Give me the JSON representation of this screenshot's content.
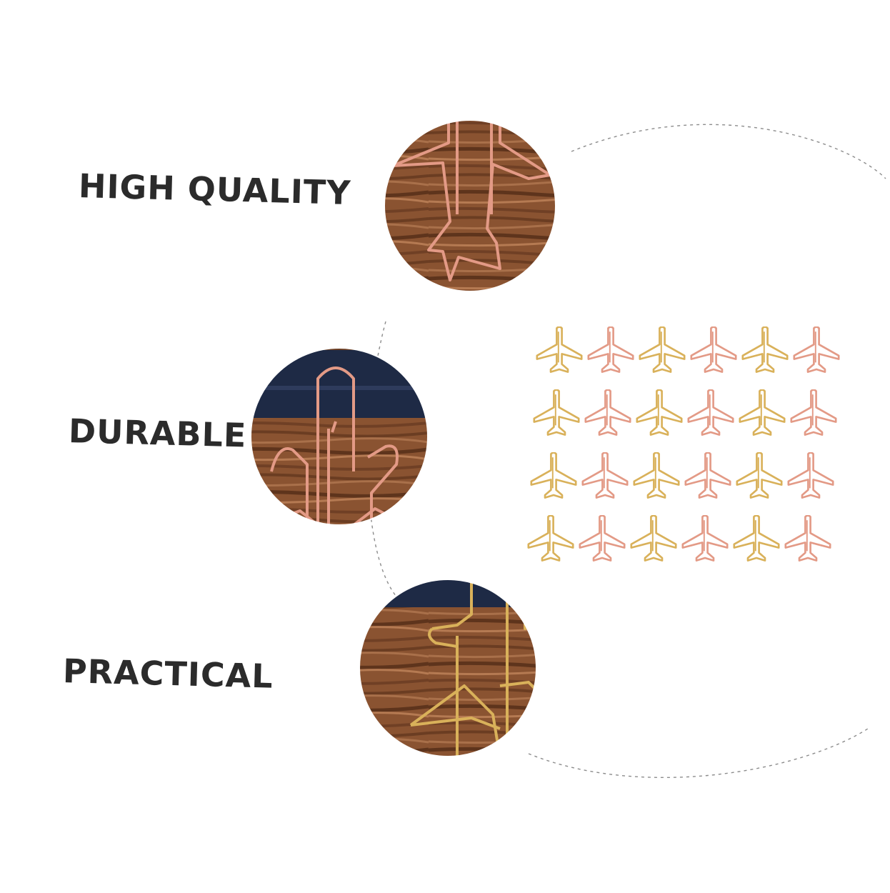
{
  "features": [
    {
      "label": "HIGH QUALITY",
      "clip_color": "rose-gold"
    },
    {
      "label": "DURABLE",
      "clip_color": "rose-gold"
    },
    {
      "label": "PRACTICAL",
      "clip_color": "gold"
    }
  ],
  "product_grid": {
    "rows": 4,
    "columns": 6,
    "item": "airplane-paper-clip",
    "colors": [
      "gold",
      "rose-gold",
      "gold",
      "rose-gold",
      "gold",
      "rose-gold"
    ]
  },
  "colors": {
    "gold": "#d9b15a",
    "rose_gold": "#e39a86",
    "wood_dark": "#6b3d22",
    "wood_light": "#a9704a",
    "navy": "#1e2a45",
    "text": "#2b2b2b",
    "dash": "#8c8c8c"
  }
}
